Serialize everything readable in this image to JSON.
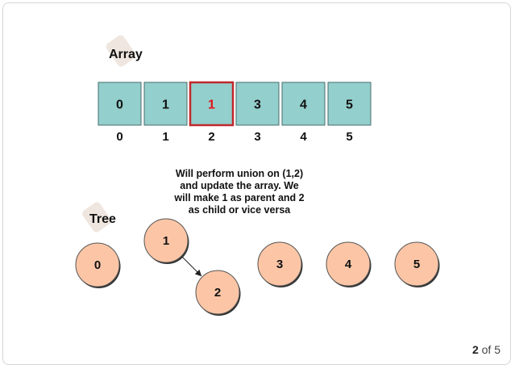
{
  "diagram": {
    "labels": {
      "array": "Array",
      "tree": "Tree"
    },
    "array_cells": [
      "0",
      "1",
      "1",
      "3",
      "4",
      "5"
    ],
    "array_indices": [
      "0",
      "1",
      "2",
      "3",
      "4",
      "5"
    ],
    "highlighted_cell": 2,
    "annotation": [
      "Will perform union on (1,2)",
      "and update the array. We",
      "will make 1 as parent and 2",
      "as child or vice versa"
    ],
    "tree_nodes": [
      "0",
      "1",
      "2",
      "3",
      "4",
      "5"
    ],
    "tree_edges": [
      {
        "from": "1",
        "to": "2"
      }
    ],
    "colors": {
      "cell_fill": "#93cfcc",
      "cell_stroke": "#4a6e6c",
      "highlight_stroke": "#c0282c",
      "highlight_text": "#e0151b",
      "node_fill": "#fcc6a6",
      "node_stroke": "#555555",
      "tag_fill": "#efe6df"
    }
  },
  "pager": {
    "current": "2",
    "separator": "of",
    "total": "5"
  }
}
